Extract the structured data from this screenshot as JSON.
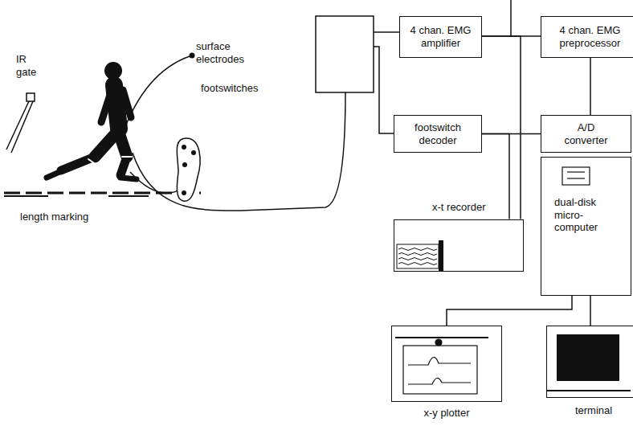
{
  "diagram": {
    "nodes": [
      {
        "text": [
          "4 chan. EMG amplifier"
        ]
      },
      {
        "text": [
          "4 chan. EMG preprocessor"
        ]
      },
      {
        "text": [
          "footswitch decoder"
        ]
      },
      {
        "text": [
          "A/D converter"
        ]
      },
      {
        "text": [
          "x-t recorder"
        ]
      },
      {
        "text": [
          "dual-disk micro-computer"
        ]
      },
      {
        "text": [
          "x-y plotter"
        ]
      },
      {
        "text": [
          "terminal"
        ]
      }
    ],
    "edges": [
      {
        "from": 0,
        "to": 1,
        "arrow": "none"
      },
      {
        "from": 0,
        "to": 4,
        "arrow": "none"
      },
      {
        "from": 1,
        "to": 3,
        "arrow": "none"
      },
      {
        "from": 2,
        "to": 3,
        "arrow": "none"
      },
      {
        "from": 2,
        "to": 4,
        "arrow": "none"
      },
      {
        "from": 5,
        "to": 6,
        "arrow": "none"
      },
      {
        "from": 5,
        "to": 7,
        "arrow": "none"
      }
    ],
    "labels": [
      "IR gate",
      "surface electrodes",
      "footswitches",
      "length marking"
    ]
  }
}
